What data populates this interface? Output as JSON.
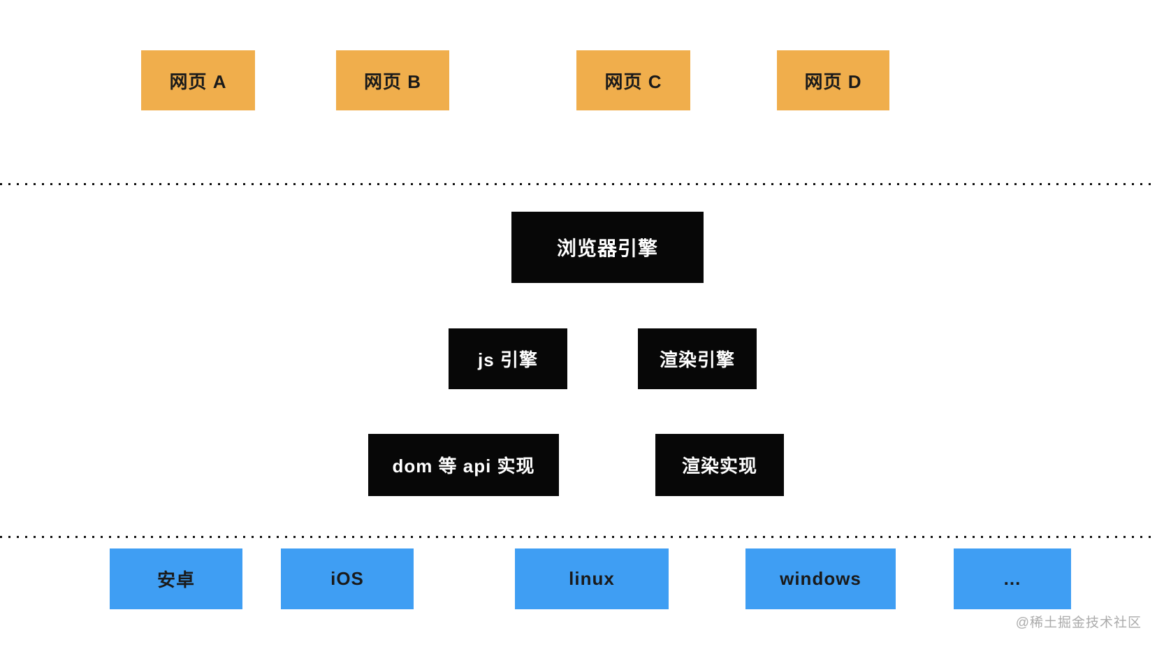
{
  "webpages": [
    "网页 A",
    "网页 B",
    "网页 C",
    "网页 D"
  ],
  "browser_engine": "浏览器引擎",
  "engines": [
    "js 引擎",
    "渲染引擎"
  ],
  "implementations": [
    "dom 等 api 实现",
    "渲染实现"
  ],
  "platforms": [
    "安卓",
    "iOS",
    "linux",
    "windows",
    "..."
  ],
  "watermark": "@稀土掘金技术社区",
  "colors": {
    "web_page_bg": "#F0AE4C",
    "engine_bg": "#070707",
    "engine_text": "#FFFFFF",
    "platform_bg": "#3F9EF3",
    "dark_text": "#1A1A1A",
    "watermark_text": "#ABABAB"
  }
}
